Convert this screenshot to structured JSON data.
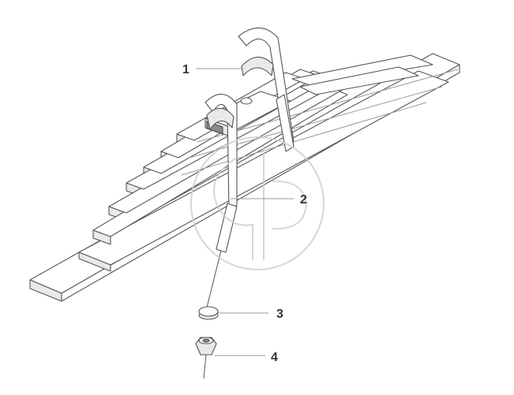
{
  "diagram": {
    "callouts": [
      {
        "id": "1",
        "label": "1"
      },
      {
        "id": "2",
        "label": "2"
      },
      {
        "id": "3",
        "label": "3"
      },
      {
        "id": "4",
        "label": "4"
      }
    ],
    "colors": {
      "line": "#555555",
      "leader": "#9a9a9a",
      "label": "#333333",
      "watermark": "#cfcfcf"
    },
    "icons": [
      "leaf-spring",
      "u-bolt",
      "stud",
      "washer",
      "nut",
      "watermark-logo"
    ]
  }
}
